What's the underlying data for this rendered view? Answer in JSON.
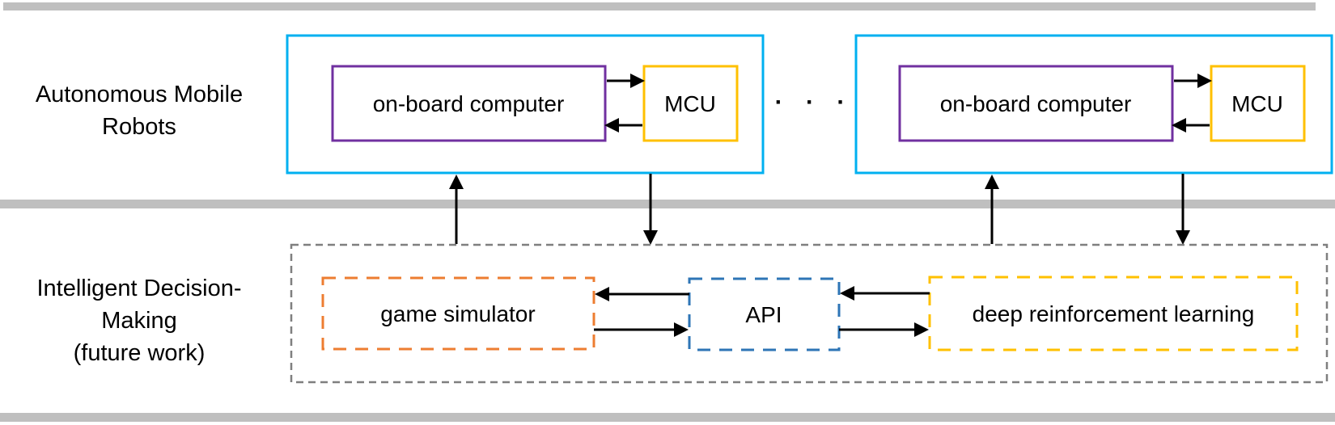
{
  "colors": {
    "divider_bar": "#bfbfbf",
    "robot_border": "#00b0f0",
    "computer_border": "#7030a0",
    "mcu_border": "#ffc000",
    "simulator_border": "#ed7d31",
    "api_border": "#2e75b6",
    "drl_border": "#ffc000",
    "container_border": "#7f7f7f",
    "arrow": "#000000"
  },
  "sections": {
    "robots": {
      "label_line1": "Autonomous Mobile",
      "label_line2": "Robots"
    },
    "decision": {
      "label_line1": "Intelligent Decision-",
      "label_line2": "Making",
      "label_line3": "(future work)"
    }
  },
  "robots": [
    {
      "computer_label": "on-board computer",
      "mcu_label": "MCU"
    },
    {
      "computer_label": "on-board computer",
      "mcu_label": "MCU"
    }
  ],
  "ellipsis": "· · ·",
  "decision_modules": {
    "simulator_label": "game simulator",
    "api_label": "API",
    "drl_label": "deep reinforcement learning"
  }
}
